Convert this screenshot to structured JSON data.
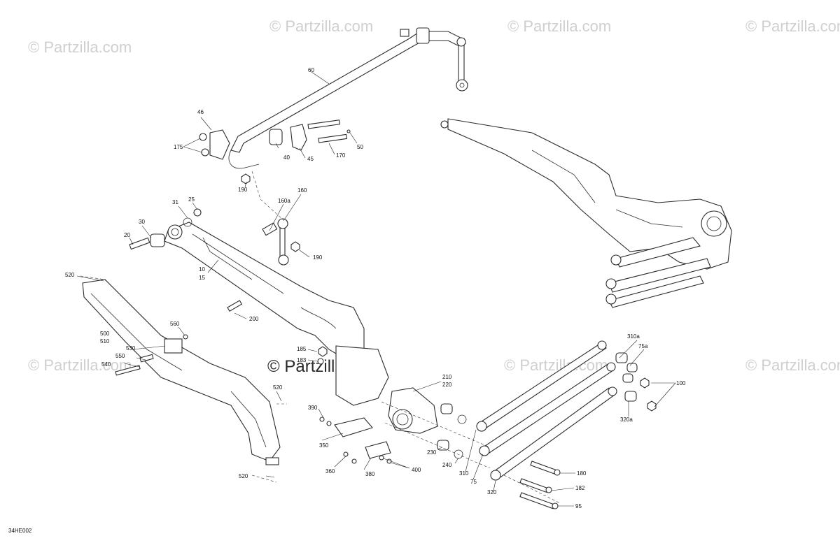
{
  "watermark": {
    "text": "© Partzilla.com",
    "center_text": "© Partzilla.com"
  },
  "diagram_code": "34HE002",
  "callouts": {
    "c60": "60",
    "c46": "46",
    "c175": "175",
    "c40": "40",
    "c45": "45",
    "c170": "170",
    "c50": "50",
    "c190a": "190",
    "c160": "160",
    "c160a": "160a",
    "c190b": "190",
    "c31": "31",
    "c25": "25",
    "c30": "30",
    "c20": "20",
    "c10": "10",
    "c15": "15",
    "c200": "200",
    "c520a": "520",
    "c560": "560",
    "c500": "500",
    "c510": "510",
    "c530": "530",
    "c550": "550",
    "c540": "540",
    "c520b": "520",
    "c520c": "520",
    "c185": "185",
    "c183": "183",
    "c210": "210",
    "c220": "220",
    "c390": "390",
    "c350": "350",
    "c360": "360",
    "c380": "380",
    "c400": "400",
    "c230": "230",
    "c240": "240",
    "c310": "310",
    "c75": "75",
    "c320": "320",
    "c310a": "310a",
    "c75a": "75a",
    "c100": "100",
    "c320a": "320a",
    "c180": "180",
    "c182": "182",
    "c95": "95"
  }
}
